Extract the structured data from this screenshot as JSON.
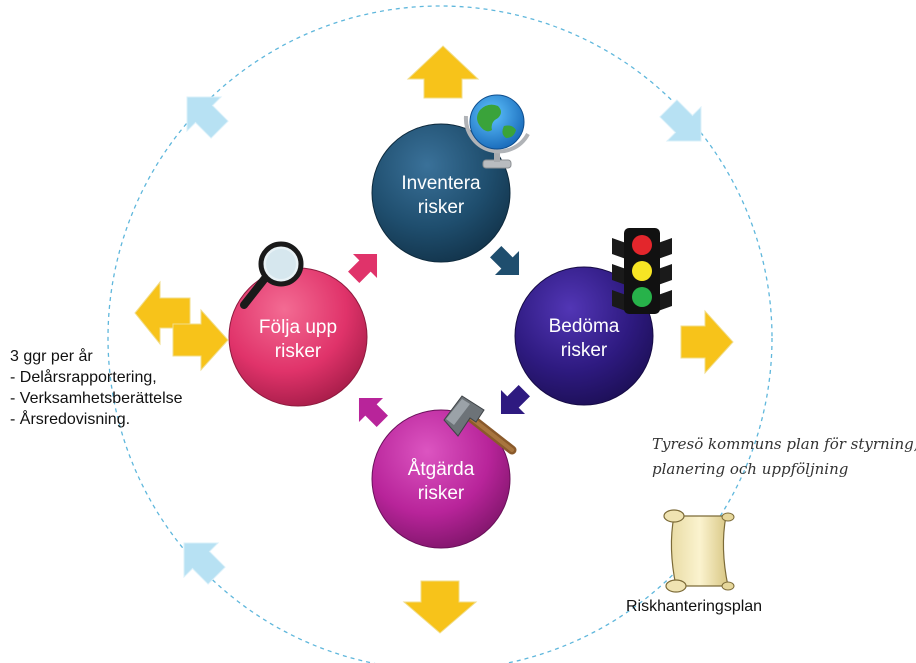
{
  "nodes": {
    "inventera": [
      "Inventera",
      "risker"
    ],
    "bedoma": [
      "Bedöma",
      "risker"
    ],
    "atgarda": [
      "Åtgärda",
      "risker"
    ],
    "folja": [
      "Följa upp",
      "risker"
    ]
  },
  "side_note": [
    "3 ggr per år",
    "- Delårsrapportering,",
    "- Verksamhetsberättelse",
    "- Årsredovisning."
  ],
  "caption": [
    "Tyresö kommuns plan för styrning,",
    "planering och uppföljning"
  ],
  "document_label": "Riskhanteringsplan",
  "colors": {
    "inventera": "#1f4e6e",
    "bedoma": "#2e1a80",
    "atgarda": "#b8249a",
    "folja": "#e0336a",
    "outer_arrow": "#f7c31a",
    "corner_arrow": "#b7e1f3",
    "dashed_circle": "#5fb7dc"
  },
  "icons": [
    "globe-icon",
    "traffic-light-icon",
    "hammer-icon",
    "magnifier-icon",
    "scroll-icon"
  ]
}
